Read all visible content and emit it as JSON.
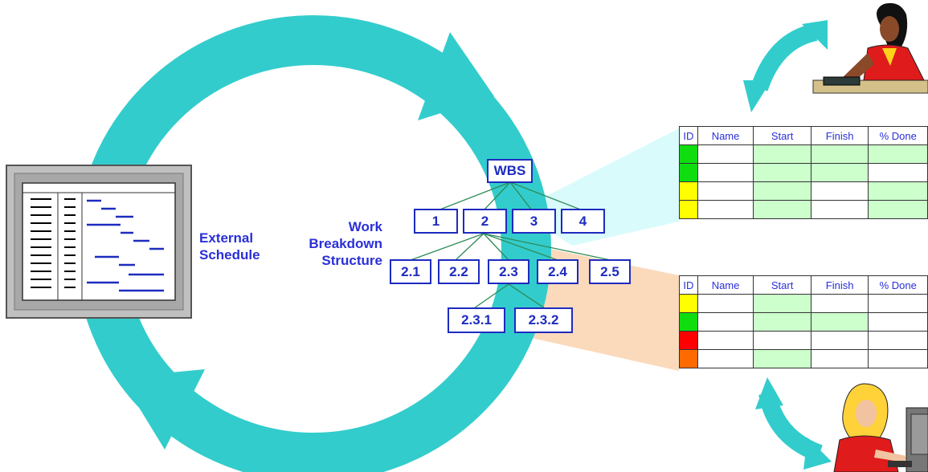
{
  "labels": {
    "external_schedule": [
      "External",
      "Schedule"
    ],
    "wbs_title": [
      "Work",
      "Breakdown",
      "Structure"
    ]
  },
  "wbs": {
    "root": "WBS",
    "level1": [
      "1",
      "2",
      "3",
      "4"
    ],
    "level2": [
      "2.1",
      "2.2",
      "2.3",
      "2.4",
      "2.5"
    ],
    "level3": [
      "2.3.1",
      "2.3.2"
    ]
  },
  "tables": [
    {
      "headers": [
        "ID",
        "Name",
        "Start",
        "Finish",
        "% Done"
      ],
      "rows": [
        {
          "status": "#10dd10",
          "start_hl": true,
          "finish_hl": true,
          "done_hl": true
        },
        {
          "status": "#10dd10",
          "start_hl": true,
          "finish_hl": true,
          "done_hl": false
        },
        {
          "status": "#ffff00",
          "start_hl": true,
          "finish_hl": false,
          "done_hl": true
        },
        {
          "status": "#ffff00",
          "start_hl": true,
          "finish_hl": false,
          "done_hl": true
        }
      ]
    },
    {
      "headers": [
        "ID",
        "Name",
        "Start",
        "Finish",
        "% Done"
      ],
      "rows": [
        {
          "status": "#ffff00",
          "start_hl": true,
          "finish_hl": false,
          "done_hl": false
        },
        {
          "status": "#10dd10",
          "start_hl": true,
          "finish_hl": true,
          "done_hl": false
        },
        {
          "status": "#ff0000",
          "start_hl": false,
          "finish_hl": false,
          "done_hl": false
        },
        {
          "status": "#ff6a00",
          "start_hl": true,
          "finish_hl": false,
          "done_hl": false
        }
      ]
    }
  ],
  "colors": {
    "cycle": "#33cccc",
    "wbs_blue": "#1d2bbf",
    "label_blue": "#2a2fd8",
    "highlight": "#ccffcc",
    "cyan_band": "#d9fbfb",
    "peach_band": "#fbd9bb"
  },
  "icons": [
    "schedule-document-icon",
    "person-at-terminal-icon",
    "person-at-computer-icon"
  ]
}
